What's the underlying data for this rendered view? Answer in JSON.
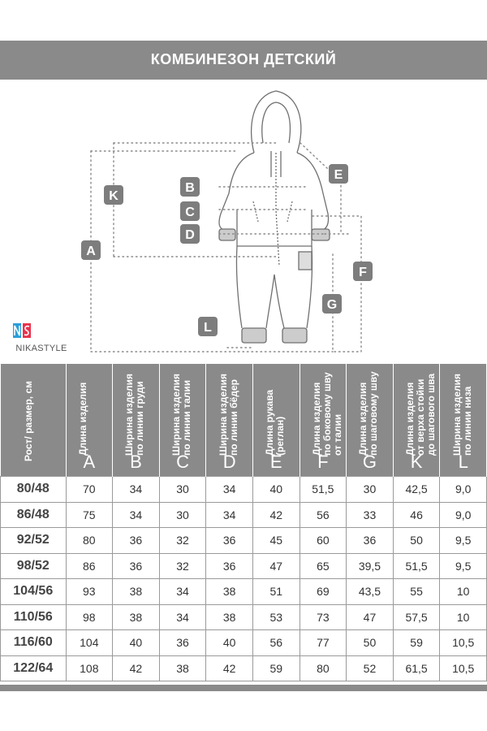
{
  "title": "КОМБИНЕЗОН ДЕТСКИЙ",
  "brand": "NIKASTYLE",
  "colors": {
    "banner": "#8a8a8a",
    "text_dark": "#444444",
    "brand_blue": "#2a9fd8",
    "brand_red": "#e8344e"
  },
  "diagram_labels": [
    "A",
    "B",
    "C",
    "D",
    "E",
    "F",
    "G",
    "K",
    "L"
  ],
  "table": {
    "size_header": "Рост/ размер, см",
    "columns": [
      {
        "letter": "A",
        "label": "Длина изделия"
      },
      {
        "letter": "B",
        "label": "Ширина изделия по линии груди"
      },
      {
        "letter": "C",
        "label": "Ширина изделия по линии талии"
      },
      {
        "letter": "D",
        "label": "Ширина изделия по линии бёдер"
      },
      {
        "letter": "E",
        "label": "Длина рукава (реглан)"
      },
      {
        "letter": "F",
        "label": "Длина изделия по боковому шву от талии"
      },
      {
        "letter": "G",
        "label": "Длина изделия по шаговому шву"
      },
      {
        "letter": "K",
        "label": "Длина изделия от верха стойки до шагового шва"
      },
      {
        "letter": "L",
        "label": "Ширина изделия по линии низа"
      }
    ],
    "rows": [
      {
        "size": "80/48",
        "values": [
          "70",
          "34",
          "30",
          "34",
          "40",
          "51,5",
          "30",
          "42,5",
          "9,0"
        ]
      },
      {
        "size": "86/48",
        "values": [
          "75",
          "34",
          "30",
          "34",
          "42",
          "56",
          "33",
          "46",
          "9,0"
        ]
      },
      {
        "size": "92/52",
        "values": [
          "80",
          "36",
          "32",
          "36",
          "45",
          "60",
          "36",
          "50",
          "9,5"
        ]
      },
      {
        "size": "98/52",
        "values": [
          "86",
          "36",
          "32",
          "36",
          "47",
          "65",
          "39,5",
          "51,5",
          "9,5"
        ]
      },
      {
        "size": "104/56",
        "values": [
          "93",
          "38",
          "34",
          "38",
          "51",
          "69",
          "43,5",
          "55",
          "10"
        ]
      },
      {
        "size": "110/56",
        "values": [
          "98",
          "38",
          "34",
          "38",
          "53",
          "73",
          "47",
          "57,5",
          "10"
        ]
      },
      {
        "size": "116/60",
        "values": [
          "104",
          "40",
          "36",
          "40",
          "56",
          "77",
          "50",
          "59",
          "10,5"
        ]
      },
      {
        "size": "122/64",
        "values": [
          "108",
          "42",
          "38",
          "42",
          "59",
          "80",
          "52",
          "61,5",
          "10,5"
        ]
      }
    ]
  }
}
